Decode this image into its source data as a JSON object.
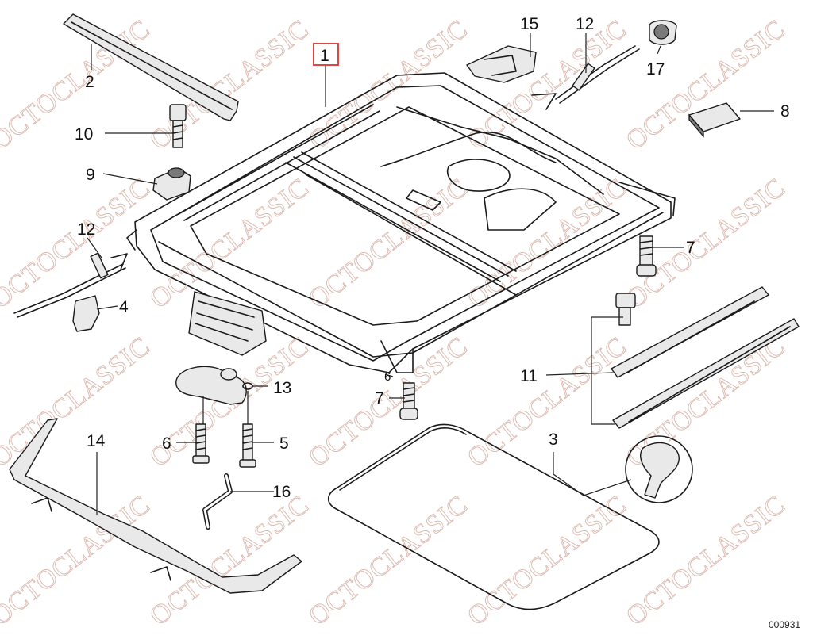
{
  "watermark": {
    "text": "OCTOCLASSIC",
    "color": "#d9b7ad"
  },
  "reference_number": "000931",
  "highlight_color": "#d9342b",
  "callouts": {
    "c1": "1",
    "c2": "2",
    "c3": "3",
    "c4": "4",
    "c5": "5",
    "c6a": "6",
    "c6b": "6",
    "c7a": "7",
    "c7b": "7",
    "c8": "8",
    "c9": "9",
    "c10": "10",
    "c11": "11",
    "c12a": "12",
    "c12b": "12",
    "c13": "13",
    "c14": "14",
    "c15": "15",
    "c16": "16",
    "c17": "17"
  }
}
